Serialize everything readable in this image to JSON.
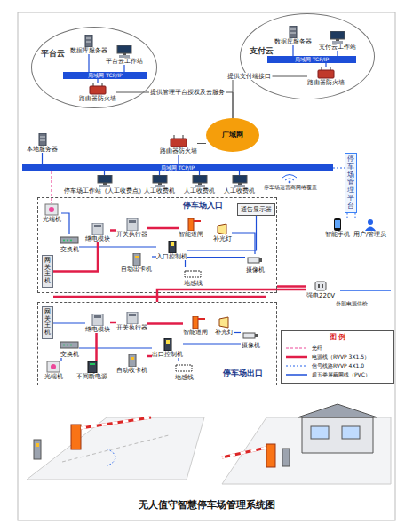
{
  "diagram": {
    "title": "无人值守智慧停车场管理系统图",
    "nodes": [
      {
        "text": [
          "平台云"
        ]
      },
      {
        "text": [
          "数据库服务器"
        ],
        "in": 0
      },
      {
        "text": [
          "平台云工作站"
        ],
        "in": 0
      },
      {
        "text": [
          "路由器防火墙"
        ],
        "in": 0
      },
      {
        "text": [
          "局域网 TCP/IP"
        ],
        "in": 0
      },
      {
        "text": [
          "支付云"
        ]
      },
      {
        "text": [
          "数据库服务器"
        ],
        "in": 5
      },
      {
        "text": [
          "支付云工作站"
        ],
        "in": 5
      },
      {
        "text": [
          "路由器防火墙"
        ],
        "in": 5
      },
      {
        "text": [
          "局域网 TCP/IP"
        ],
        "in": 5
      },
      {
        "text": [
          "广域网"
        ]
      },
      {
        "text": [
          "本地服务器"
        ]
      },
      {
        "text": [
          "路由器防火墙"
        ]
      },
      {
        "text": [
          "局域网 TCP/IP"
        ]
      },
      {
        "text": [
          "停车场工作站（人工收费点）"
        ]
      },
      {
        "text": [
          "人工收费机"
        ]
      },
      {
        "text": [
          "人工收费机"
        ]
      },
      {
        "text": [
          "人工收费机"
        ]
      },
      {
        "text": [
          "停车场管理平台"
        ]
      },
      {
        "text": [
          "智能手机"
        ]
      },
      {
        "text": [
          "用户/管理员"
        ]
      },
      {
        "text": [
          "停车场入口"
        ]
      },
      {
        "text": [
          "光端机"
        ],
        "in": 21
      },
      {
        "text": [
          "交换机"
        ],
        "in": 21
      },
      {
        "text": [
          "网关主机"
        ],
        "in": 21
      },
      {
        "text": [
          "继电模块"
        ],
        "in": 21
      },
      {
        "text": [
          "开关执行器"
        ],
        "in": 21
      },
      {
        "text": [
          "自动出卡机"
        ],
        "in": 21
      },
      {
        "text": [
          "入口控制机"
        ],
        "in": 21
      },
      {
        "text": [
          "智能道闸"
        ],
        "in": 21
      },
      {
        "text": [
          "地感线"
        ],
        "in": 21
      },
      {
        "text": [
          "补光灯"
        ],
        "in": 21
      },
      {
        "text": [
          "摄像机"
        ],
        "in": 21
      },
      {
        "text": [
          "通告显示器"
        ],
        "in": 21
      },
      {
        "text": [
          "停车场出口"
        ]
      },
      {
        "text": [
          "光端机"
        ],
        "in": 34
      },
      {
        "text": [
          "交换机"
        ],
        "in": 34
      },
      {
        "text": [
          "网关主机"
        ],
        "in": 34
      },
      {
        "text": [
          "继电模块"
        ],
        "in": 34
      },
      {
        "text": [
          "开关执行器"
        ],
        "in": 34
      },
      {
        "text": [
          "不间断电源"
        ],
        "in": 34
      },
      {
        "text": [
          "自动收卡机"
        ],
        "in": 34
      },
      {
        "text": [
          "出口控制机"
        ],
        "in": 34
      },
      {
        "text": [
          "智能道闸"
        ],
        "in": 34
      },
      {
        "text": [
          "地感线"
        ],
        "in": 34
      },
      {
        "text": [
          "补光灯"
        ],
        "in": 34
      },
      {
        "text": [
          "摄像机"
        ],
        "in": 34
      },
      {
        "text": [
          "强电220V"
        ]
      }
    ],
    "edges": [
      {
        "from": 1,
        "to": 4,
        "arrow": "none"
      },
      {
        "from": 2,
        "to": 4,
        "arrow": "none"
      },
      {
        "from": 3,
        "to": 4,
        "arrow": "none"
      },
      {
        "from": 6,
        "to": 9,
        "arrow": "none"
      },
      {
        "from": 7,
        "to": 9,
        "arrow": "none"
      },
      {
        "from": 8,
        "to": 9,
        "arrow": "none"
      },
      {
        "from": 3,
        "to": 10,
        "label": "提供管理平台授权及云服务",
        "arrow": "none"
      },
      {
        "from": 8,
        "to": 10,
        "label": "提供支付端接口",
        "arrow": "none"
      },
      {
        "from": 10,
        "to": 12,
        "arrow": "none"
      },
      {
        "from": 12,
        "to": 13,
        "arrow": "none"
      },
      {
        "from": 11,
        "to": 13,
        "arrow": "none"
      },
      {
        "from": 14,
        "to": 13,
        "arrow": "none"
      },
      {
        "from": 15,
        "to": 13,
        "arrow": "none"
      },
      {
        "from": 16,
        "to": 13,
        "arrow": "none"
      },
      {
        "from": 17,
        "to": 13,
        "arrow": "none"
      },
      {
        "from": 13,
        "to": 18,
        "arrow": "none"
      },
      {
        "from": 18,
        "to": 19,
        "arrow": "none"
      },
      {
        "from": 18,
        "to": 20,
        "arrow": "none"
      },
      {
        "from": 13,
        "to": 22,
        "arrow": "none"
      },
      {
        "from": 22,
        "to": 23,
        "arrow": "none"
      },
      {
        "from": 23,
        "to": 28,
        "arrow": "none"
      },
      {
        "from": 24,
        "to": 25,
        "arrow": "none"
      },
      {
        "from": 25,
        "to": 26,
        "arrow": "none"
      },
      {
        "from": 26,
        "to": 29,
        "arrow": "none"
      },
      {
        "from": 28,
        "to": 27,
        "arrow": "none"
      },
      {
        "from": 28,
        "to": 32,
        "arrow": "none"
      },
      {
        "from": 28,
        "to": 33,
        "arrow": "none"
      },
      {
        "from": 30,
        "to": 28,
        "arrow": "none"
      },
      {
        "from": 31,
        "to": 32,
        "arrow": "none"
      },
      {
        "from": 35,
        "to": 36,
        "arrow": "none"
      },
      {
        "from": 36,
        "to": 42,
        "arrow": "none"
      },
      {
        "from": 37,
        "to": 38,
        "arrow": "none"
      },
      {
        "from": 38,
        "to": 39,
        "arrow": "none"
      },
      {
        "from": 39,
        "to": 43,
        "arrow": "none"
      },
      {
        "from": 42,
        "to": 41,
        "arrow": "none"
      },
      {
        "from": 42,
        "to": 46,
        "arrow": "none"
      },
      {
        "from": 44,
        "to": 42,
        "arrow": "none"
      },
      {
        "from": 45,
        "to": 46,
        "arrow": "none"
      },
      {
        "from": 40,
        "to": 38,
        "arrow": "none"
      },
      {
        "from": 47,
        "to": 21,
        "arrow": "none"
      },
      {
        "from": 47,
        "to": 34,
        "arrow": "none"
      }
    ],
    "labels": [
      "停车场运营商网络覆盖",
      "外部电源供给",
      "图 例"
    ],
    "legend": [
      {
        "text": "光纤"
      },
      {
        "text": "电源线（RVVP 3X1.5）"
      },
      {
        "text": "信号线路RVVP 4X1.0"
      },
      {
        "text": "超五类屏蔽网线（PVC）"
      }
    ]
  }
}
